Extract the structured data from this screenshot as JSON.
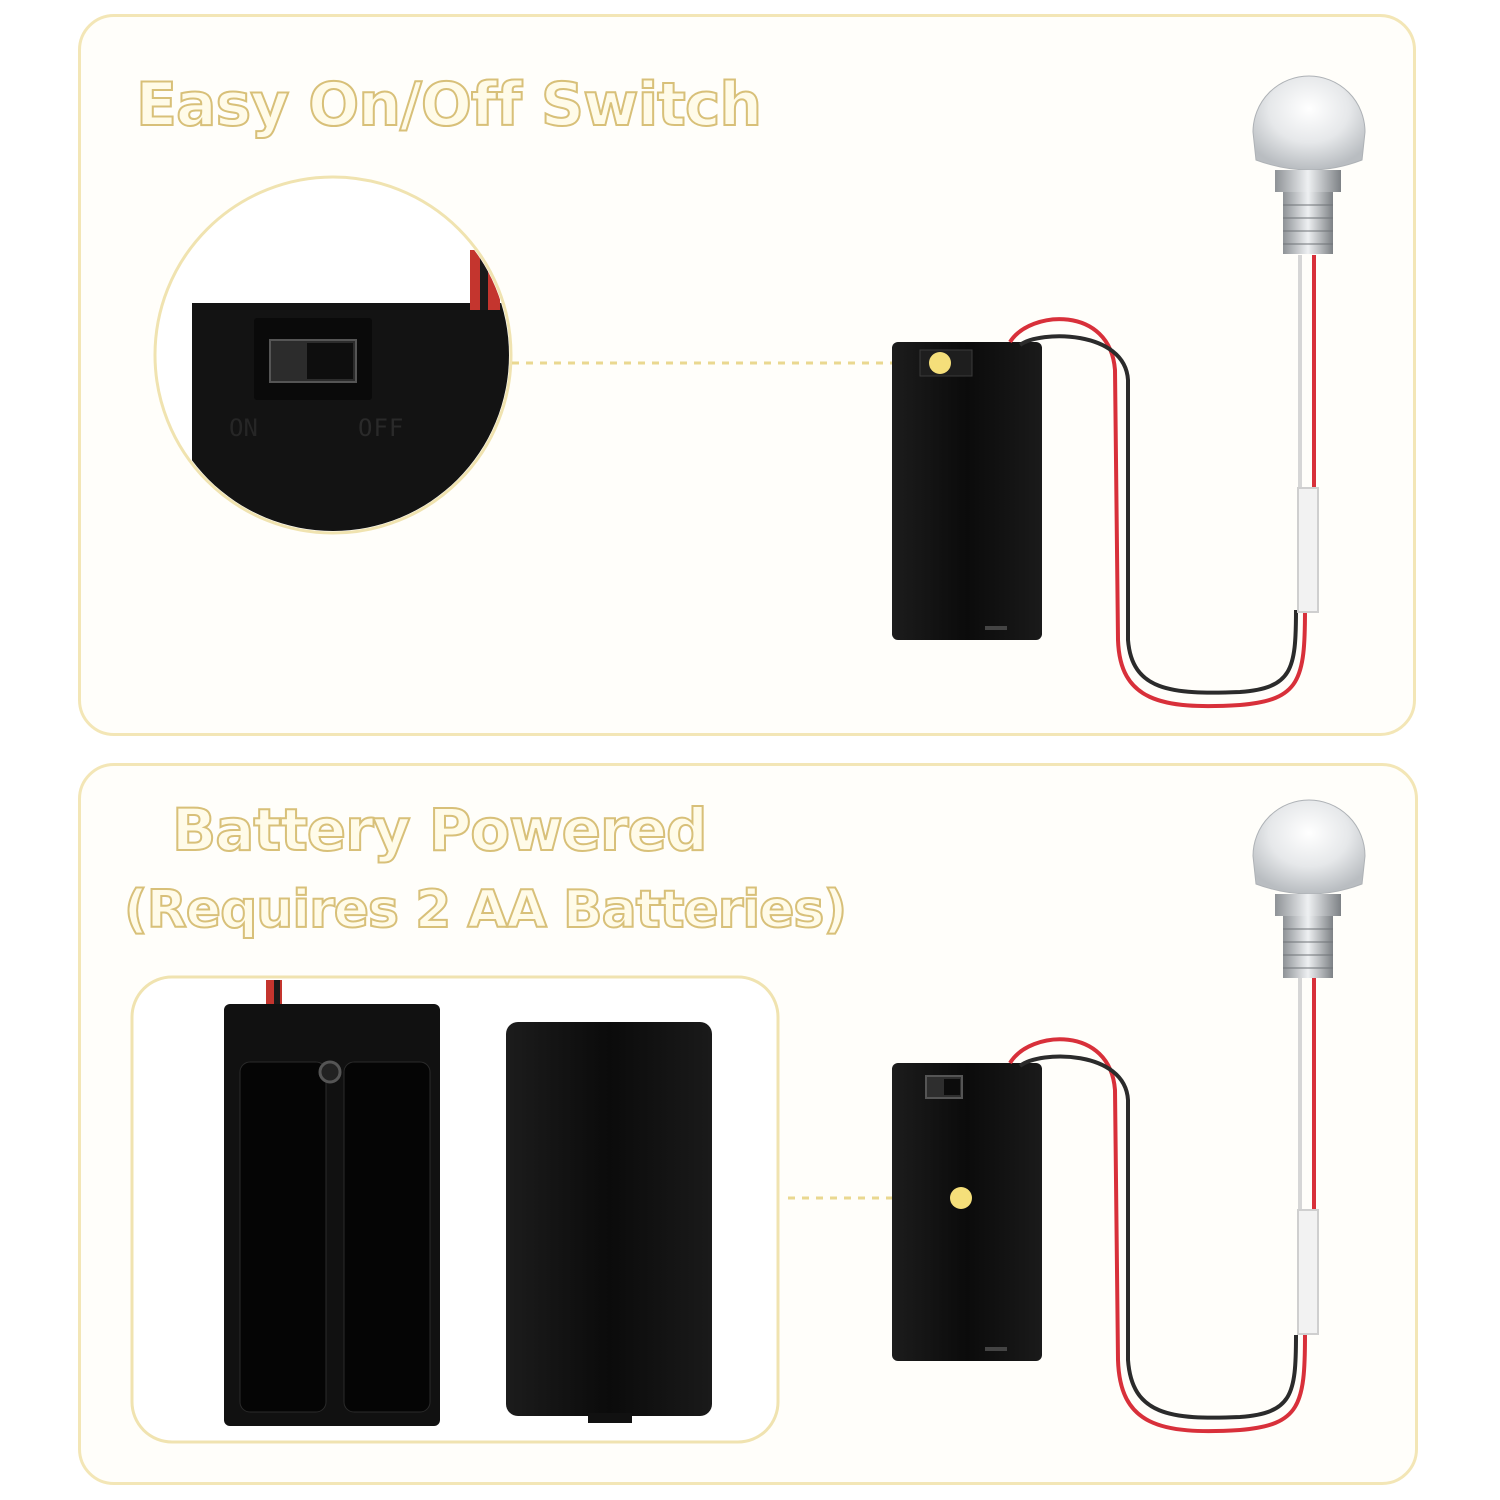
{
  "headings": {
    "switch_title": "Easy On/Off Switch",
    "battery_title": "Battery Powered",
    "battery_subtitle": "(Requires 2 AA Batteries)"
  },
  "switch_labels": {
    "on": "ON",
    "off": "OFF"
  },
  "colors": {
    "panel_border": "#f3e6b6",
    "title_outline": "#d8c079",
    "highlight_dot": "#f5df7a",
    "wire_red": "#d8303a",
    "wire_black": "#2b2b2b",
    "case_black": "#141414"
  }
}
